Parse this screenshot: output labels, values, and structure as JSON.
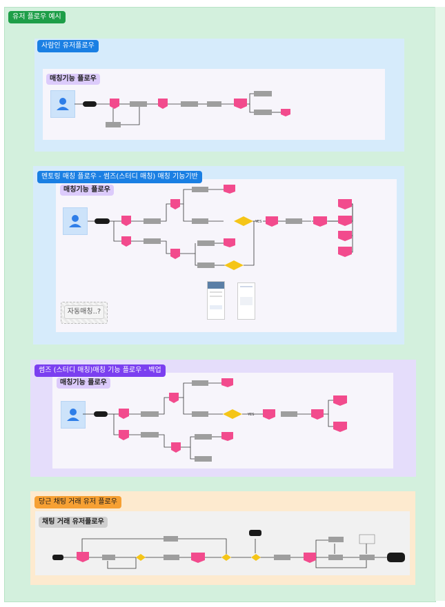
{
  "board_title": "유저 플로우 예시",
  "sections": {
    "person": {
      "title": "사람인 유저플로우",
      "subtitle": "매칭기능 플로우"
    },
    "mentoring": {
      "title": "멘토링 매칭 플로우 - 썸즈(스터디 매칭) 매칭 기능기반",
      "subtitle": "매칭기능 플로우",
      "auto_note": "자동매칭..?",
      "yes_label": "YES"
    },
    "backup": {
      "title": "썸즈 (스터디 매칭)매칭 기능 플로우 - 백업",
      "subtitle": "매칭기능 플로우",
      "yes_label": "YES"
    },
    "trade": {
      "title": "당근 채팅 거래 유저 플로우",
      "subtitle": "채팅 거래 유저플로우"
    }
  },
  "colors": {
    "board_bg": "#d3f0dd",
    "tag_green": "#1e9e48",
    "tag_blue": "#1a7fe3",
    "tag_purple": "#7b3ff0",
    "tag_orange": "#f6a033",
    "sub_purple": "#dccbfb",
    "sub_gray": "#cfcfcf",
    "pink": "#f24b8d",
    "yellow": "#f5c518",
    "gray_box": "#9e9e9e",
    "start_black": "#1a1a1a"
  }
}
